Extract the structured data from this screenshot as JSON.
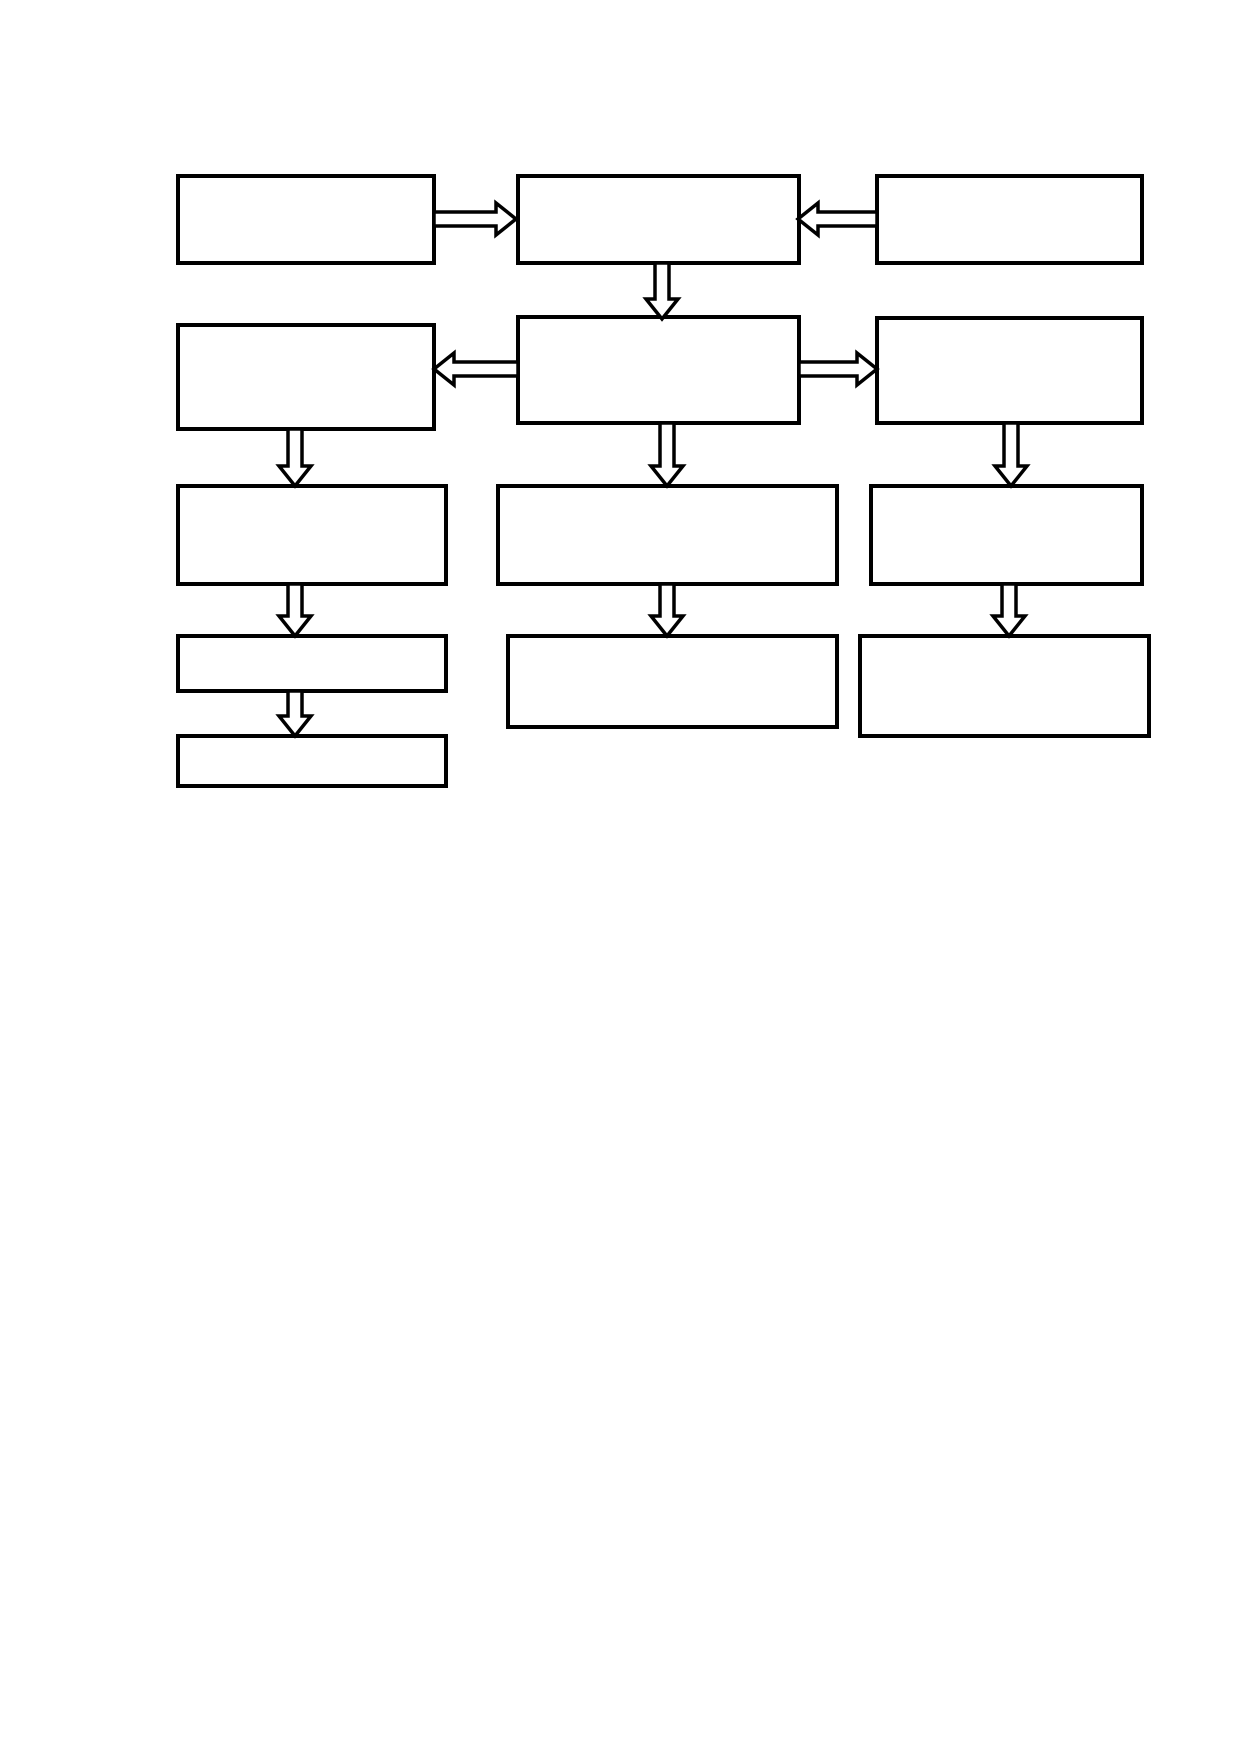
{
  "diagram": {
    "type": "flowchart",
    "colors": {
      "stroke": "#000000",
      "fill": "#ffffff",
      "background": "#ffffff"
    },
    "nodes": [
      {
        "id": "node-top-left",
        "label": ""
      },
      {
        "id": "node-top-center",
        "label": ""
      },
      {
        "id": "node-top-right",
        "label": ""
      },
      {
        "id": "node-middle-left",
        "label": ""
      },
      {
        "id": "node-middle-center",
        "label": ""
      },
      {
        "id": "node-middle-right",
        "label": ""
      },
      {
        "id": "node-row3-left",
        "label": ""
      },
      {
        "id": "node-row3-center",
        "label": ""
      },
      {
        "id": "node-row3-right",
        "label": ""
      },
      {
        "id": "node-row4-left",
        "label": ""
      },
      {
        "id": "node-row4-center",
        "label": ""
      },
      {
        "id": "node-row4-right",
        "label": ""
      },
      {
        "id": "node-row5-left",
        "label": ""
      }
    ],
    "edges": [
      {
        "from": "node-top-left",
        "to": "node-top-center"
      },
      {
        "from": "node-top-right",
        "to": "node-top-center"
      },
      {
        "from": "node-top-center",
        "to": "node-middle-center"
      },
      {
        "from": "node-middle-center",
        "to": "node-middle-left"
      },
      {
        "from": "node-middle-center",
        "to": "node-middle-right"
      },
      {
        "from": "node-middle-left",
        "to": "node-row3-left"
      },
      {
        "from": "node-middle-center",
        "to": "node-row3-center"
      },
      {
        "from": "node-middle-right",
        "to": "node-row3-right"
      },
      {
        "from": "node-row3-left",
        "to": "node-row4-left"
      },
      {
        "from": "node-row3-center",
        "to": "node-row4-center"
      },
      {
        "from": "node-row3-right",
        "to": "node-row4-right"
      },
      {
        "from": "node-row4-left",
        "to": "node-row5-left"
      }
    ]
  }
}
